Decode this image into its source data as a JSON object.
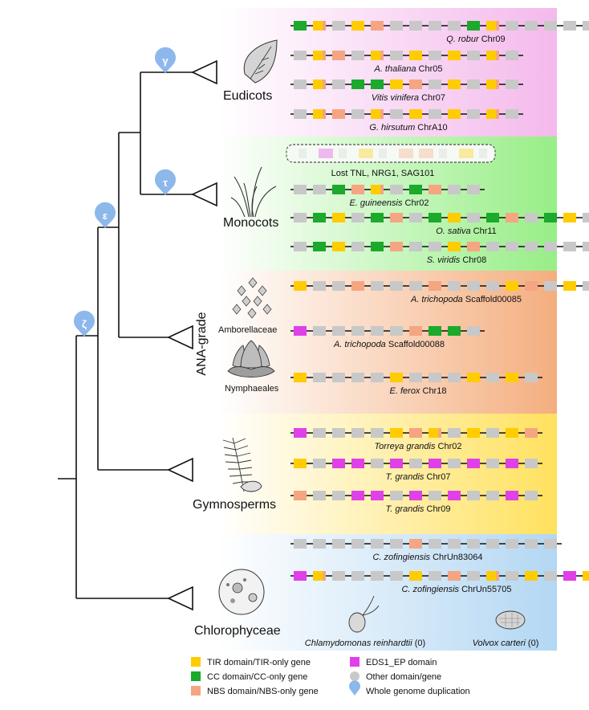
{
  "colors": {
    "tir": "#FFCC00",
    "cc": "#1BAA2B",
    "nbs": "#F5A582",
    "eds1": "#E040E8",
    "other": "#C8C8C8",
    "wgd": "#8DB8EC",
    "branch": "#111111",
    "eudicots_band": "#F7C9EF",
    "monocots_band": "#A9F19B",
    "ana_band": "#F6B98F",
    "gymno_band": "#FFE97A",
    "chloro_band": "#BFDDF5"
  },
  "wgd_labels": {
    "gamma": "γ",
    "tau": "τ",
    "epsilon": "ε",
    "zeta": "ζ"
  },
  "groups": {
    "eudicots": "Eudicots",
    "monocots": "Monocots",
    "ana": "ANA-grade",
    "amborellaceae": "Amborellaceae",
    "nymphaeales": "Nymphaeales",
    "gymnosperms": "Gymnosperms",
    "chlorophyceae": "Chlorophyceae"
  },
  "chromosomes": [
    {
      "species": "Q. robur",
      "chr": "Chr09",
      "genes": [
        "C",
        "T",
        "O",
        "T",
        "N",
        "O",
        "O",
        "O",
        "O",
        "C",
        "T",
        "O",
        "O",
        "O",
        "O",
        "O",
        "O",
        "O",
        "O"
      ]
    },
    {
      "species": "A. thaliana",
      "chr": "Chr05",
      "genes": [
        "O",
        "T",
        "N",
        "O",
        "T",
        "O",
        "T",
        "O",
        "T",
        "O",
        "T",
        "O"
      ]
    },
    {
      "species": "Vitis vinifera",
      "chr": "Chr07",
      "genes": [
        "O",
        "T",
        "O",
        "C",
        "C",
        "T",
        "N",
        "O",
        "T",
        "O",
        "T",
        "O"
      ]
    },
    {
      "species": "G. hirsutum",
      "chr": "ChrA10",
      "genes": [
        "O",
        "T",
        "N",
        "O",
        "T",
        "O",
        "T",
        "O",
        "T",
        "O",
        "T",
        "O"
      ]
    },
    {
      "species": "E. guineensis",
      "chr": "Chr02",
      "genes": [
        "O",
        "O",
        "C",
        "N",
        "T",
        "O",
        "C",
        "N",
        "O",
        "O"
      ]
    },
    {
      "species": "O. sativa",
      "chr": "Chr11",
      "genes": [
        "O",
        "C",
        "T",
        "O",
        "C",
        "N",
        "O",
        "C",
        "T",
        "O",
        "C",
        "N",
        "O",
        "C",
        "T",
        "O",
        "C",
        "N"
      ]
    },
    {
      "species": "S. viridis",
      "chr": "Chr08",
      "genes": [
        "O",
        "C",
        "T",
        "O",
        "C",
        "N",
        "O",
        "O",
        "T",
        "N",
        "O",
        "O",
        "O",
        "O",
        "O",
        "O",
        "O"
      ]
    },
    {
      "species": "A. trichopoda",
      "chr": "Scaffold00085",
      "genes": [
        "T",
        "O",
        "O",
        "N",
        "O",
        "O",
        "O",
        "N",
        "O",
        "O",
        "O",
        "T",
        "N",
        "O",
        "T",
        "O",
        "O",
        "T"
      ]
    },
    {
      "species": "A. trichopoda",
      "chr": "Scaffold00088",
      "genes": [
        "E",
        "O",
        "O",
        "O",
        "O",
        "O",
        "N",
        "C",
        "C",
        "O"
      ]
    },
    {
      "species": "E. ferox",
      "chr": "Chr18",
      "genes": [
        "T",
        "O",
        "O",
        "O",
        "O",
        "T",
        "O",
        "O",
        "O",
        "T",
        "O",
        "T",
        "O"
      ]
    },
    {
      "species": "Torreya grandis",
      "chr": "Chr02",
      "genes": [
        "E",
        "O",
        "O",
        "O",
        "O",
        "T",
        "N",
        "T",
        "O",
        "T",
        "O",
        "T",
        "N"
      ]
    },
    {
      "species": "T. grandis",
      "chr": "Chr07",
      "genes": [
        "T",
        "O",
        "E",
        "E",
        "O",
        "E",
        "O",
        "E",
        "O",
        "E",
        "O",
        "E",
        "O"
      ]
    },
    {
      "species": "T. grandis",
      "chr": "Chr09",
      "genes": [
        "N",
        "O",
        "O",
        "E",
        "E",
        "O",
        "E",
        "O",
        "E",
        "O",
        "O",
        "E",
        "O"
      ]
    },
    {
      "species": "C. zofingiensis",
      "chr": "ChrUn83064",
      "genes": [
        "O",
        "O",
        "O",
        "O",
        "O",
        "O",
        "N",
        "O",
        "O",
        "O",
        "O",
        "O",
        "O",
        "O"
      ]
    },
    {
      "species": "C. zofingiensis",
      "chr": "ChrUn55705",
      "genes": [
        "E",
        "T",
        "O",
        "O",
        "O",
        "O",
        "T",
        "O",
        "N",
        "O",
        "T",
        "O",
        "T",
        "O",
        "E",
        "T",
        "E"
      ]
    }
  ],
  "lost": {
    "label": "Lost TNL, NRG1, SAG101",
    "genes": [
      "O",
      "E",
      "O",
      "T",
      "O",
      "N",
      "N",
      "O",
      "T",
      "O"
    ]
  },
  "algae": [
    {
      "species": "Chlamydomonas reinhardtii",
      "count": "(0)"
    },
    {
      "species": "Volvox carteri",
      "count": "(0)"
    }
  ],
  "legend": [
    {
      "key": "T",
      "label": "TIR domain/TIR-only gene"
    },
    {
      "key": "C",
      "label": "CC domain/CC-only gene"
    },
    {
      "key": "N",
      "label": "NBS domain/NBS-only gene"
    },
    {
      "key": "E",
      "label": "EDS1_EP domain"
    },
    {
      "key": "O",
      "label": "Other domain/gene"
    },
    {
      "key": "W",
      "label": "Whole genome duplication"
    }
  ]
}
